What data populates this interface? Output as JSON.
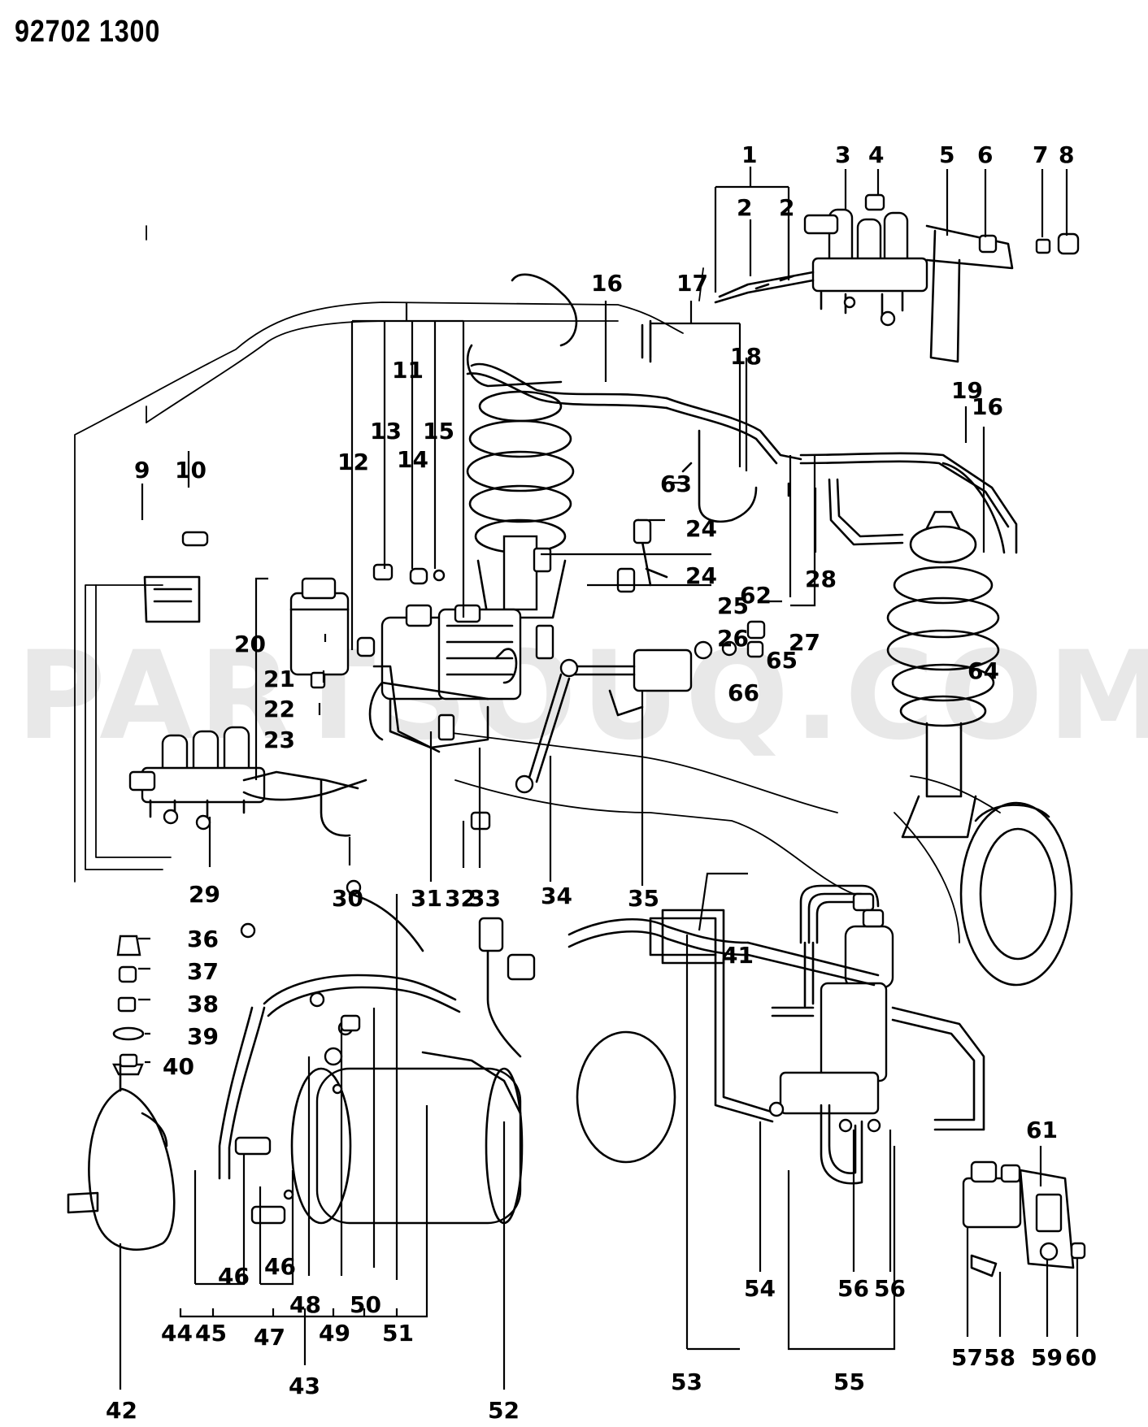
{
  "header": {
    "part_code": "92702 1300"
  },
  "watermark": "PARTSOUQ.COM",
  "callouts": [
    {
      "id": "c1",
      "text": "1"
    },
    {
      "id": "c2a",
      "text": "2"
    },
    {
      "id": "c2b",
      "text": "2"
    },
    {
      "id": "c3",
      "text": "3"
    },
    {
      "id": "c4",
      "text": "4"
    },
    {
      "id": "c5",
      "text": "5"
    },
    {
      "id": "c6",
      "text": "6"
    },
    {
      "id": "c7",
      "text": "7"
    },
    {
      "id": "c8",
      "text": "8"
    },
    {
      "id": "c9",
      "text": "9"
    },
    {
      "id": "c10",
      "text": "10"
    },
    {
      "id": "c11",
      "text": "11"
    },
    {
      "id": "c12",
      "text": "12"
    },
    {
      "id": "c13",
      "text": "13"
    },
    {
      "id": "c14",
      "text": "14"
    },
    {
      "id": "c15",
      "text": "15"
    },
    {
      "id": "c16a",
      "text": "16"
    },
    {
      "id": "c16b",
      "text": "16"
    },
    {
      "id": "c17",
      "text": "17"
    },
    {
      "id": "c18",
      "text": "18"
    },
    {
      "id": "c19",
      "text": "19"
    },
    {
      "id": "c20",
      "text": "20"
    },
    {
      "id": "c21",
      "text": "21"
    },
    {
      "id": "c22",
      "text": "22"
    },
    {
      "id": "c23",
      "text": "23"
    },
    {
      "id": "c24a",
      "text": "24"
    },
    {
      "id": "c24b",
      "text": "24"
    },
    {
      "id": "c25",
      "text": "25"
    },
    {
      "id": "c26",
      "text": "26"
    },
    {
      "id": "c27",
      "text": "27"
    },
    {
      "id": "c28",
      "text": "28"
    },
    {
      "id": "c29",
      "text": "29"
    },
    {
      "id": "c30",
      "text": "30"
    },
    {
      "id": "c31",
      "text": "31"
    },
    {
      "id": "c32",
      "text": "32"
    },
    {
      "id": "c33",
      "text": "33"
    },
    {
      "id": "c34",
      "text": "34"
    },
    {
      "id": "c35",
      "text": "35"
    },
    {
      "id": "c36",
      "text": "36"
    },
    {
      "id": "c37",
      "text": "37"
    },
    {
      "id": "c38",
      "text": "38"
    },
    {
      "id": "c39",
      "text": "39"
    },
    {
      "id": "c40",
      "text": "40"
    },
    {
      "id": "c41",
      "text": "41"
    },
    {
      "id": "c42",
      "text": "42"
    },
    {
      "id": "c43",
      "text": "43"
    },
    {
      "id": "c44",
      "text": "44"
    },
    {
      "id": "c45",
      "text": "45"
    },
    {
      "id": "c46a",
      "text": "46"
    },
    {
      "id": "c46b",
      "text": "46"
    },
    {
      "id": "c47",
      "text": "47"
    },
    {
      "id": "c48",
      "text": "48"
    },
    {
      "id": "c49",
      "text": "49"
    },
    {
      "id": "c50",
      "text": "50"
    },
    {
      "id": "c51",
      "text": "51"
    },
    {
      "id": "c52",
      "text": "52"
    },
    {
      "id": "c53",
      "text": "53"
    },
    {
      "id": "c54",
      "text": "54"
    },
    {
      "id": "c55",
      "text": "55"
    },
    {
      "id": "c56a",
      "text": "56"
    },
    {
      "id": "c56b",
      "text": "56"
    },
    {
      "id": "c57",
      "text": "57"
    },
    {
      "id": "c58",
      "text": "58"
    },
    {
      "id": "c59",
      "text": "59"
    },
    {
      "id": "c60",
      "text": "60"
    },
    {
      "id": "c61",
      "text": "61"
    },
    {
      "id": "c62",
      "text": "62"
    },
    {
      "id": "c63",
      "text": "63"
    },
    {
      "id": "c64",
      "text": "64"
    },
    {
      "id": "c65",
      "text": "65"
    },
    {
      "id": "c66",
      "text": "66"
    }
  ]
}
